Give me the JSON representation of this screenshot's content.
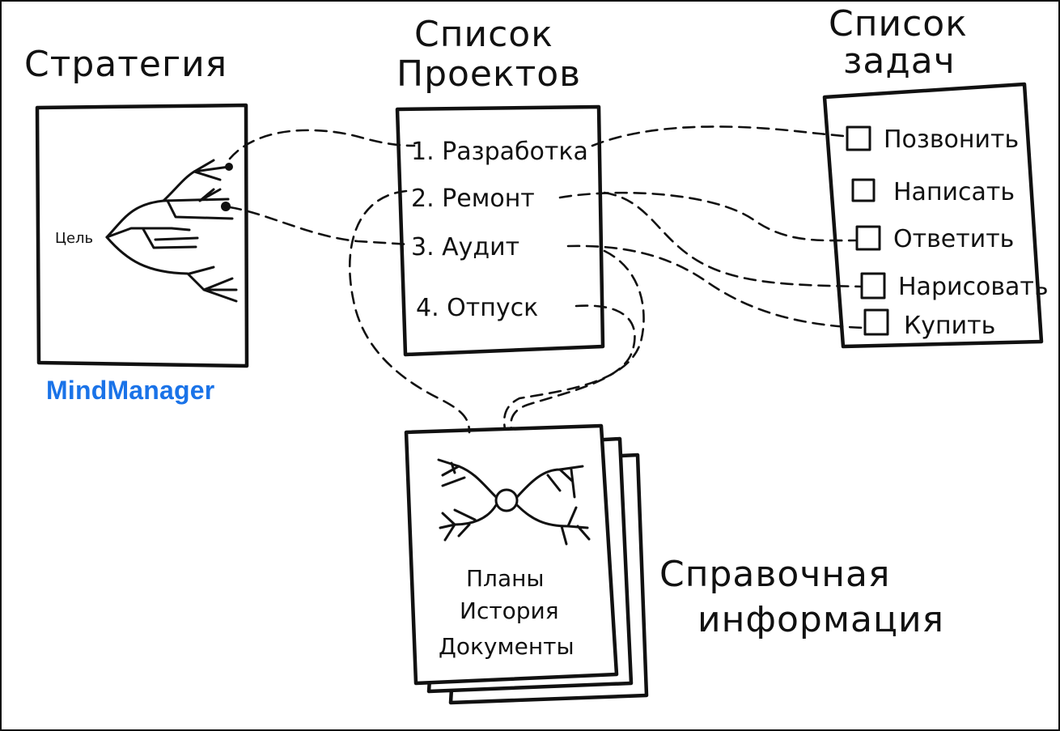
{
  "strategy": {
    "title": "Стратегия",
    "center_label": "Цель"
  },
  "brand": {
    "label": "MindManager",
    "color": "#1a73e8"
  },
  "projects": {
    "title_line1": "Список",
    "title_line2": "Проектов",
    "items": [
      "1. Разработка",
      "2. Ремонт",
      "3. Аудит",
      "4. Отпуск"
    ]
  },
  "tasks": {
    "title_line1": "Список",
    "title_line2": "задач",
    "items": [
      "Позвонить",
      "Написать",
      "Ответить",
      "Нарисовать",
      "Купить"
    ]
  },
  "reference": {
    "title_line1": "Справочная",
    "title_line2": "информация",
    "lines": [
      "Планы",
      "История",
      "Документы"
    ]
  }
}
